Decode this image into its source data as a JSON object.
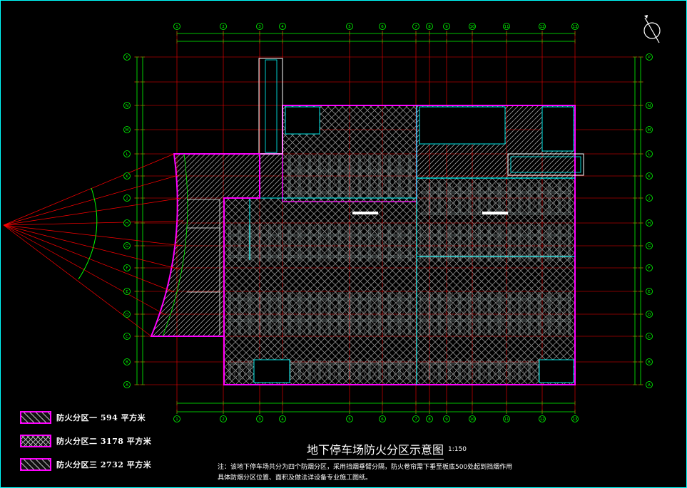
{
  "title": "地下停车场防火分区示意图",
  "scale": "1:150",
  "notes": [
    "注：该地下停车场共分为四个防烟分区，采用挡烟垂臂分隔，防火卷帘需下垂至板底500处起到挡烟作用",
    "具体防烟分区位置、面积及做法详设备专业施工图纸。"
  ],
  "legend": [
    {
      "label": "防火分区一  594 平方米",
      "pattern": "single"
    },
    {
      "label": "防火分区二  3178 平方米",
      "pattern": "cross"
    },
    {
      "label": "防火分区三  2732 平方米",
      "pattern": "single"
    }
  ],
  "grid": {
    "top_axes": [
      "1",
      "2",
      "3",
      "4",
      "5",
      "6",
      "7",
      "8",
      "9",
      "10",
      "11",
      "12",
      "13"
    ],
    "bottom_axes": [
      "1",
      "2",
      "3",
      "4",
      "5",
      "6",
      "7",
      "8",
      "9",
      "10",
      "11",
      "12",
      "13"
    ],
    "left_axes": [
      "P",
      "N",
      "M",
      "L",
      "K",
      "J",
      "H",
      "G",
      "F",
      "E",
      "D",
      "C",
      "B",
      "A"
    ],
    "right_axes": [
      "P",
      "N",
      "M",
      "L",
      "K",
      "J",
      "H",
      "G",
      "F",
      "E",
      "D",
      "C",
      "B",
      "A"
    ]
  },
  "colors": {
    "background": "#000000",
    "grid_line": "#ff0000",
    "zone_border": "#ff00ff",
    "wall": "#00ffff",
    "annotation": "#00ff00",
    "text": "#ffffff"
  },
  "icons": {
    "north_arrow": "north-arrow-icon"
  }
}
